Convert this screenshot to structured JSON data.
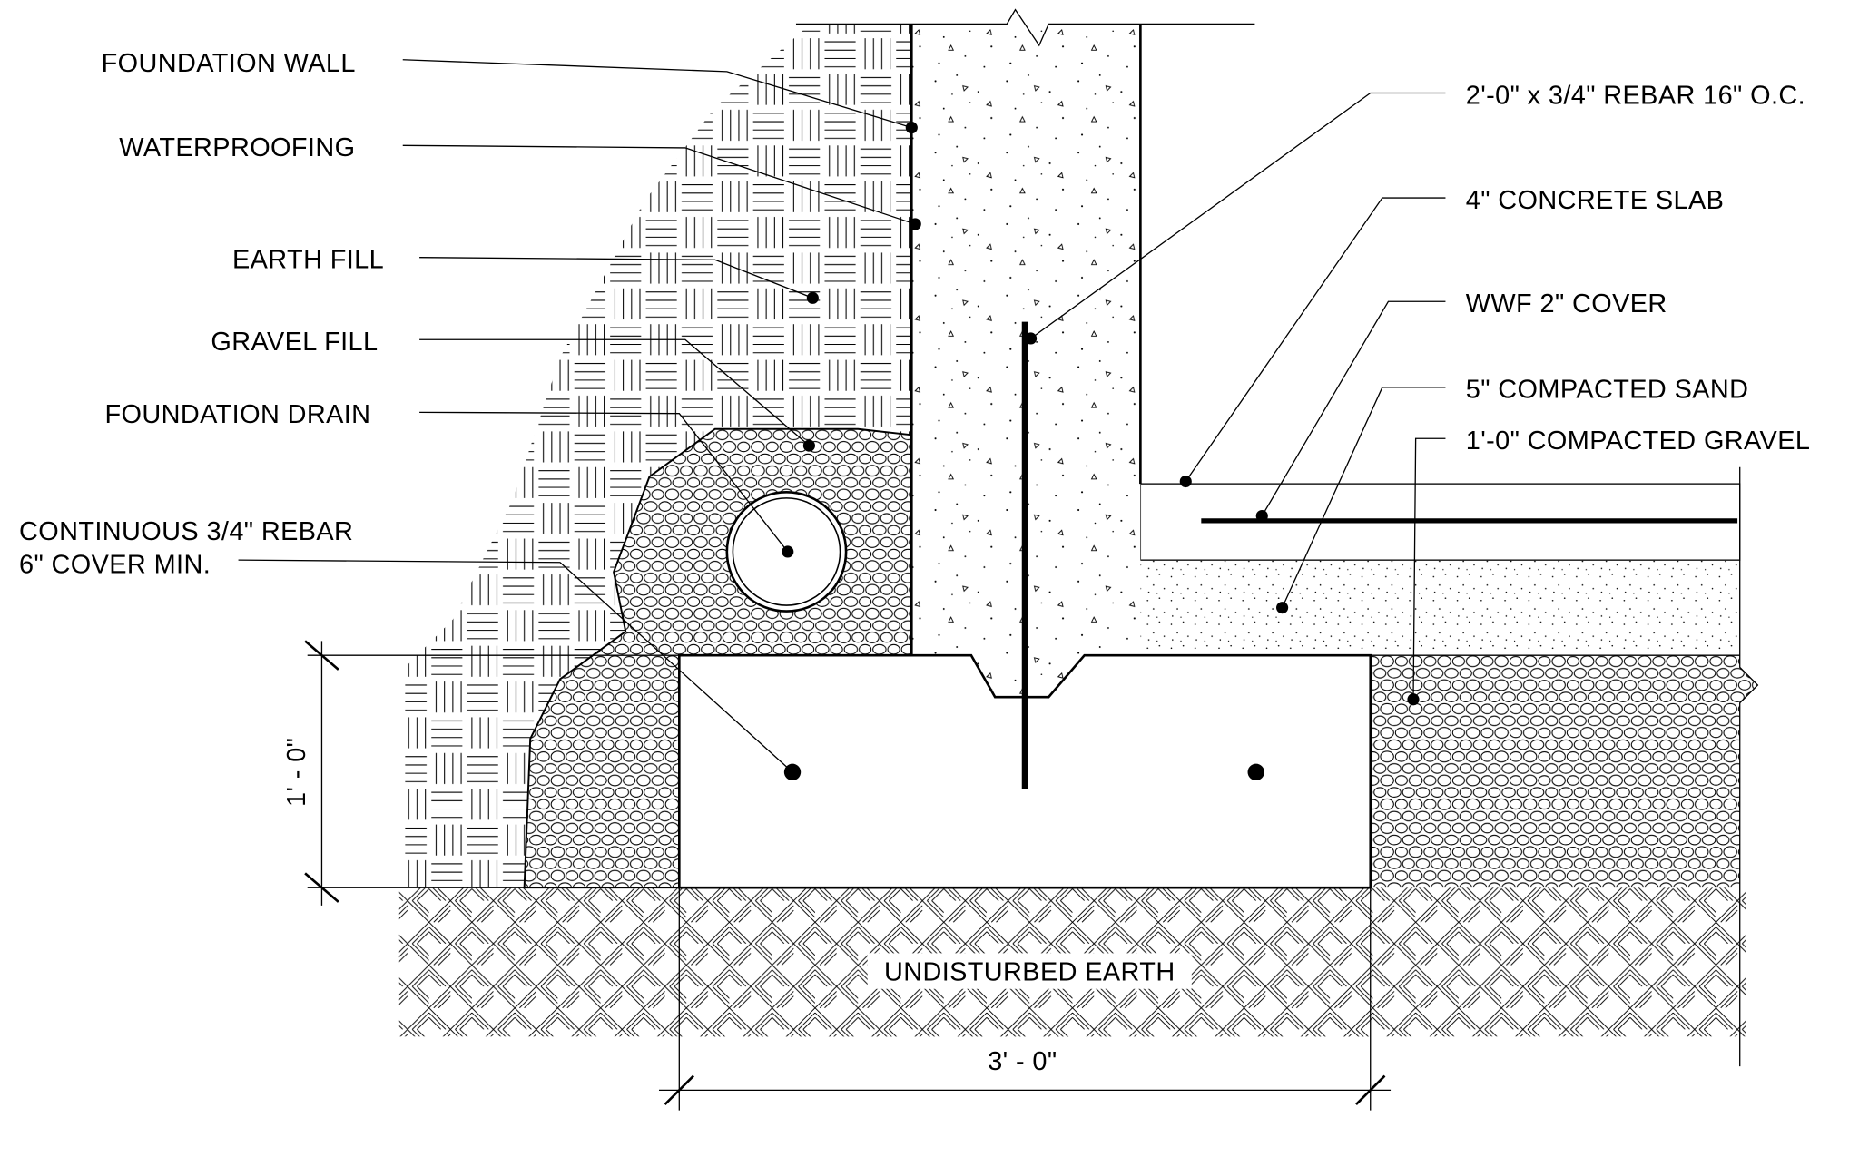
{
  "labels_left": {
    "foundation_wall": "FOUNDATION WALL",
    "waterproofing": "WATERPROOFING",
    "earth_fill": "EARTH FILL",
    "gravel_fill": "GRAVEL FILL",
    "foundation_drain": "FOUNDATION DRAIN",
    "continuous_rebar_1": "CONTINUOUS 3/4\" REBAR",
    "continuous_rebar_2": "6\" COVER MIN."
  },
  "labels_right": {
    "rebar": "2'-0\" x 3/4\" REBAR 16\" O.C.",
    "concrete_slab": "4\" CONCRETE SLAB",
    "wwf": "WWF  2\" COVER",
    "sand": "5\" COMPACTED  SAND",
    "gravel": "1'-0\" COMPACTED GRAVEL"
  },
  "center": {
    "undisturbed_earth": "UNDISTURBED EARTH"
  },
  "dimensions": {
    "footing_height": "1' - 0\"",
    "footing_width": "3' - 0\""
  }
}
